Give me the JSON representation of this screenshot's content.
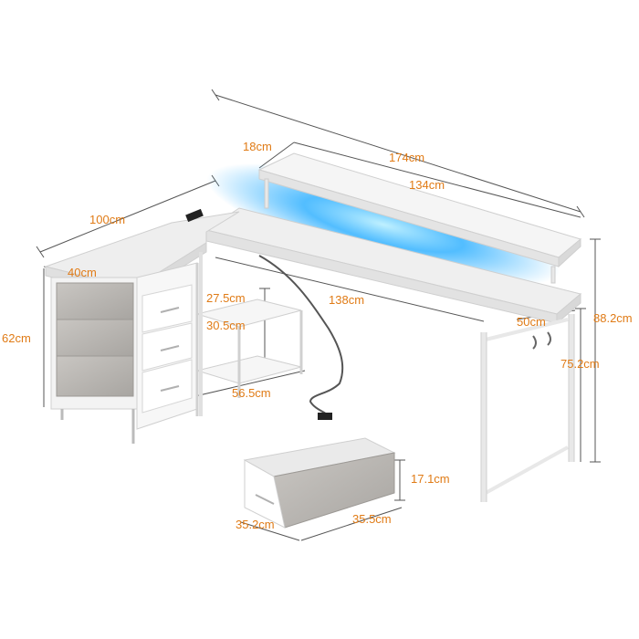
{
  "colors": {
    "accent": "#e07b16",
    "dim_line": "#555555",
    "led_glow": "#3fb6ff",
    "board": "#eeeeee",
    "frame": "#f4f4f4",
    "fabric": "#b5b2ae"
  },
  "dimensions": {
    "overall_width": "174cm",
    "riser_depth": "18cm",
    "riser_width": "134cm",
    "return_length": "100cm",
    "return_depth": "40cm",
    "desk_length": "138cm",
    "desk_depth": "50cm",
    "total_height": "88.2cm",
    "desk_height": "75.2cm",
    "cabinet_height": "62cm",
    "shelf_gap_top": "27.5cm",
    "shelf_gap_bottom": "30.5cm",
    "shelf_width": "56.5cm",
    "drawer_height": "17.1cm",
    "drawer_depth": "35.2cm",
    "drawer_width": "35.5cm"
  }
}
